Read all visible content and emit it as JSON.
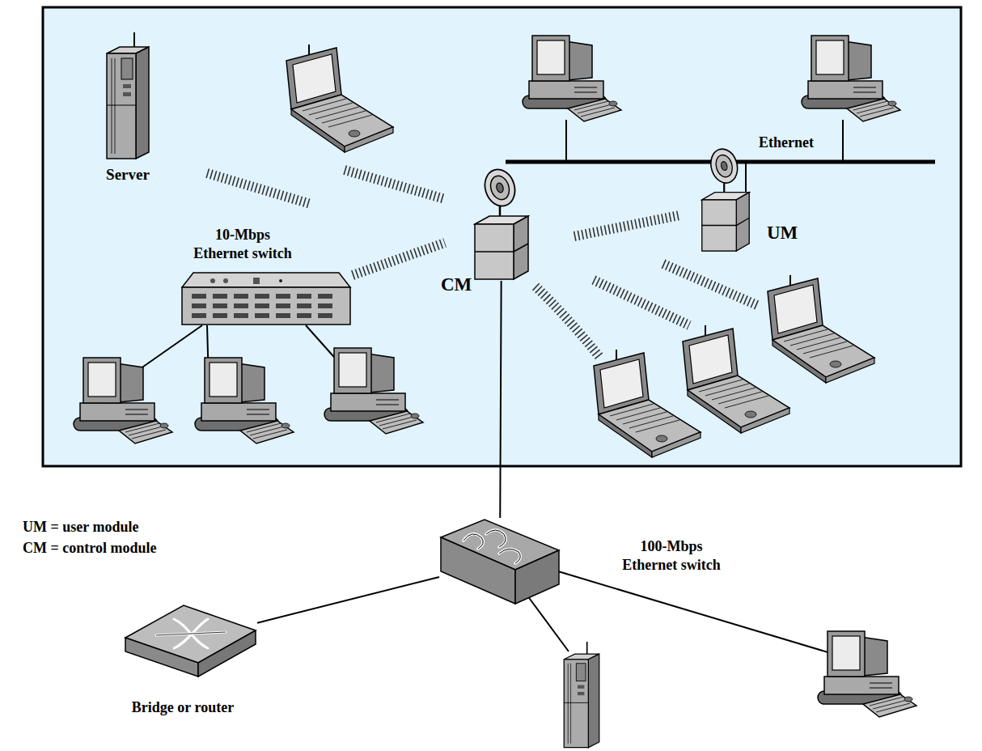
{
  "diagram": {
    "nodes": [
      {
        "text": [
          "Server"
        ]
      },
      {
        "text": [
          "10-Mbps Ethernet switch"
        ]
      },
      {
        "text": [
          "CM"
        ]
      },
      {
        "text": [
          "UM"
        ]
      },
      {
        "text": [
          "100-Mbps Ethernet switch"
        ]
      },
      {
        "text": [
          "Bridge or router"
        ]
      }
    ],
    "edges": [
      {
        "from": 2,
        "to": 4,
        "arrow": "none"
      },
      {
        "from": 4,
        "to": 5,
        "arrow": "none"
      }
    ],
    "labels": [
      "Ethernet",
      "UM = user module",
      "CM = control module"
    ]
  }
}
